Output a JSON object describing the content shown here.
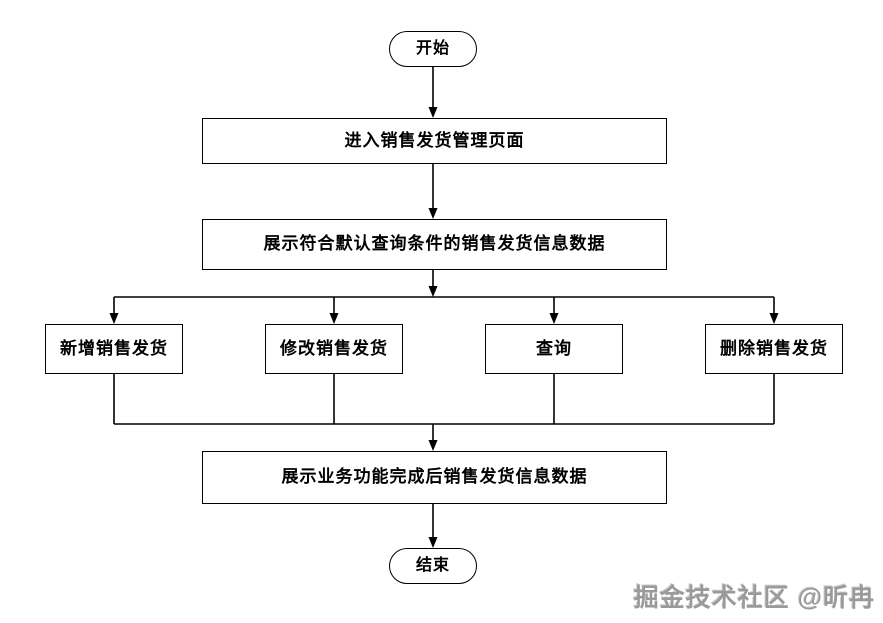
{
  "diagram": {
    "type": "flowchart",
    "nodes": {
      "start": "开始",
      "step1": "进入销售发货管理页面",
      "step2": "展示符合默认查询条件的销售发货信息数据",
      "branch1": "新增销售发货",
      "branch2": "修改销售发货",
      "branch3": "查询",
      "branch4": "删除销售发货",
      "step3": "展示业务功能完成后销售发货信息数据",
      "end": "结束"
    },
    "edges": [
      "start -> step1",
      "step1 -> step2",
      "step2 -> branch1",
      "step2 -> branch2",
      "step2 -> branch3",
      "step2 -> branch4",
      "branch1 -> step3",
      "branch2 -> step3",
      "branch3 -> step3",
      "branch4 -> step3",
      "step3 -> end"
    ],
    "watermark": "掘金技术社区 @昕冉",
    "colors": {
      "line": "#000000",
      "background": "#ffffff",
      "watermark": "#9a9a9a"
    }
  }
}
